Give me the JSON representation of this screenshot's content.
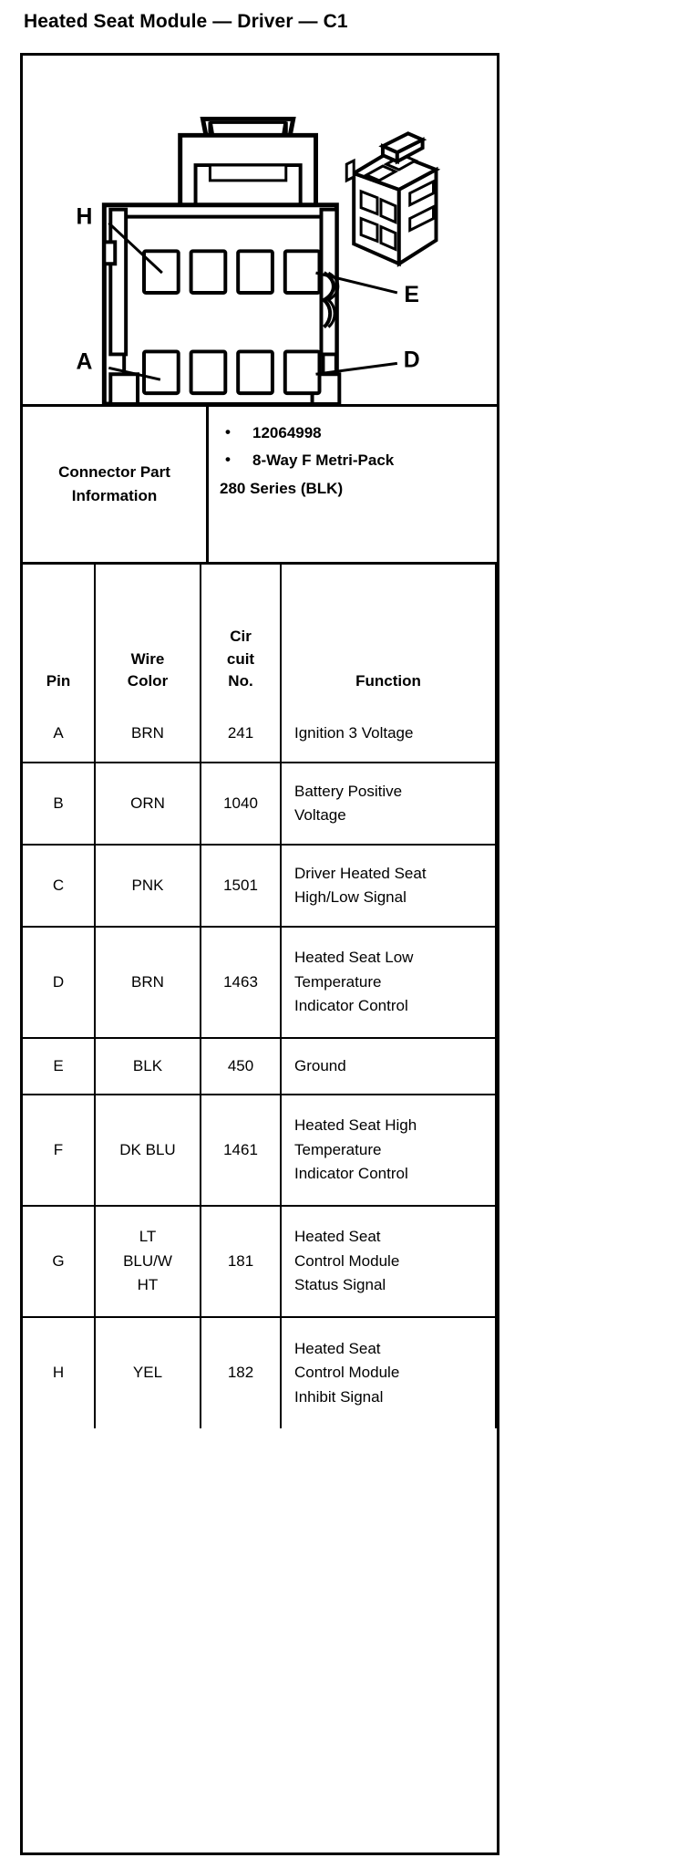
{
  "document": {
    "title": "Heated Seat Module — Driver — C1"
  },
  "diagram": {
    "name": "connector-face-view",
    "callouts": [
      {
        "id": "H",
        "label": "H",
        "position": "top-left"
      },
      {
        "id": "E",
        "label": "E",
        "position": "top-right"
      },
      {
        "id": "A",
        "label": "A",
        "position": "bottom-left"
      },
      {
        "id": "D",
        "label": "D",
        "position": "bottom-right"
      }
    ],
    "cavity_rows": 2,
    "cavities_per_row": 4,
    "isometric_view": "connector-isometric-view"
  },
  "connector_part_information": {
    "label": "Connector Part Information",
    "bullets": [
      "12064998",
      "8-Way F Metri-Pack"
    ],
    "continuation": "280 Series (BLK)"
  },
  "pin_table": {
    "headers": {
      "pin": "Pin",
      "wire_color_line1": "Wire",
      "wire_color_line2": "Color",
      "circuit_line1": "Cir",
      "circuit_line2": "cuit",
      "circuit_line3": "No.",
      "function": "Function"
    },
    "rows": [
      {
        "pin": "A",
        "wire_color": "BRN",
        "circuit": "241",
        "function_lines": [
          "Ignition 3 Voltage"
        ]
      },
      {
        "pin": "B",
        "wire_color": "ORN",
        "circuit": "1040",
        "function_lines": [
          "Battery Positive",
          "Voltage"
        ]
      },
      {
        "pin": "C",
        "wire_color": "PNK",
        "circuit": "1501",
        "function_lines": [
          "Driver Heated Seat",
          "High/Low Signal"
        ]
      },
      {
        "pin": "D",
        "wire_color": "BRN",
        "circuit": "1463",
        "function_lines": [
          "Heated Seat Low",
          "Temperature",
          "Indicator Control"
        ]
      },
      {
        "pin": "E",
        "wire_color": "BLK",
        "circuit": "450",
        "function_lines": [
          "Ground"
        ]
      },
      {
        "pin": "F",
        "wire_color": "DK BLU",
        "circuit": "1461",
        "function_lines": [
          "Heated Seat High",
          "Temperature",
          "Indicator Control"
        ]
      },
      {
        "pin": "G",
        "wire_color_lines": [
          "LT",
          "BLU/W",
          "HT"
        ],
        "circuit": "181",
        "function_lines": [
          "Heated Seat",
          "Control Module",
          "Status Signal"
        ]
      },
      {
        "pin": "H",
        "wire_color": "YEL",
        "circuit": "182",
        "function_lines": [
          "Heated Seat",
          "Control Module",
          "Inhibit Signal"
        ]
      }
    ]
  },
  "colors": {
    "ink": "#000000",
    "paper": "#ffffff"
  }
}
